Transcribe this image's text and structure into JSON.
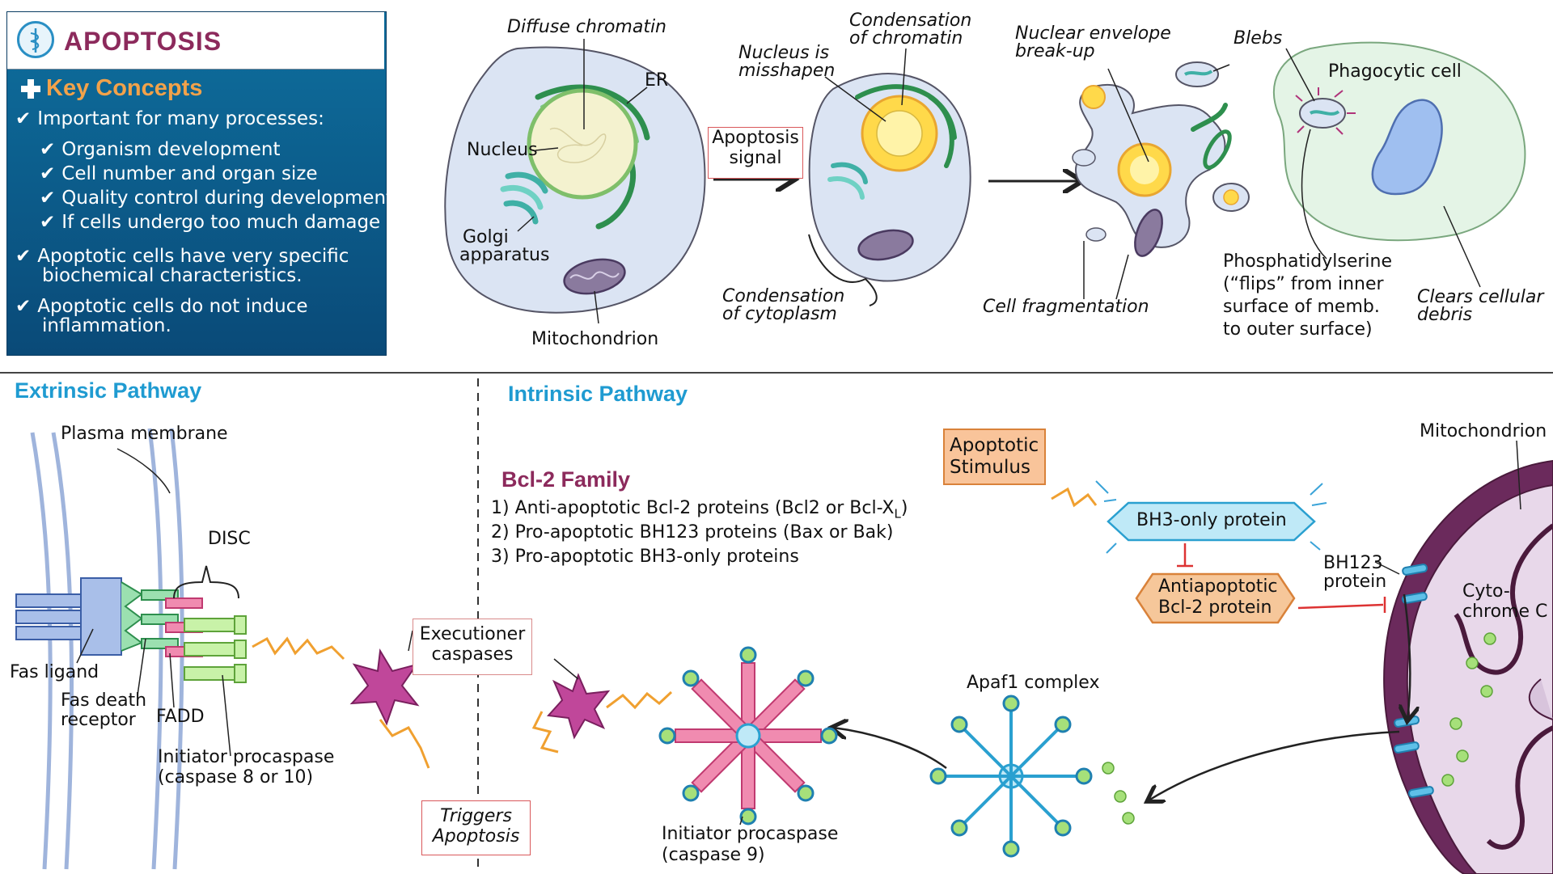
{
  "key_concepts": {
    "title": "APOPTOSIS",
    "subtitle": "Key Concepts",
    "items": [
      "Important for many processes:",
      "Organism development",
      "Cell number and organ size",
      "Quality control during development",
      "If cells undergo too much damage",
      "Apoptotic cells have very specific",
      "biochemical characteristics.",
      "Apoptotic cells do not induce",
      "inflammation."
    ]
  },
  "top_labels": {
    "diffuse_chromatin": "Diffuse chromatin",
    "er": "ER",
    "nucleus": "Nucleus",
    "golgi_1": "Golgi",
    "golgi_2": "apparatus",
    "mitochondrion": "Mitochondrion",
    "signal_1": "Apoptosis",
    "signal_2": "signal",
    "nucleus_misshapen_1": "Nucleus is",
    "nucleus_misshapen_2": "misshapen",
    "condensation_chromatin_1": "Condensation",
    "condensation_chromatin_2": "of chromatin",
    "condensation_cytoplasm_1": "Condensation",
    "condensation_cytoplasm_2": "of cytoplasm",
    "nuclear_envelope_1": "Nuclear envelope",
    "nuclear_envelope_2": "break-up",
    "blebs": "Blebs",
    "cell_fragmentation": "Cell fragmentation",
    "phagocytic_cell": "Phagocytic cell",
    "ps_1": "Phosphatidylserine",
    "ps_2": "(“flips” from inner",
    "ps_3": "surface of memb.",
    "ps_4": "to outer surface)",
    "clears_1": "Clears cellular",
    "clears_2": "debris"
  },
  "extrinsic": {
    "title": "Extrinsic Pathway",
    "plasma_membrane": "Plasma membrane",
    "disc": "DISC",
    "fas_ligand": "Fas ligand",
    "fas_receptor_1": "Fas death",
    "fas_receptor_2": "receptor",
    "fadd": "FADD",
    "initiator_1": "Initiator procaspase",
    "initiator_2": "(caspase 8 or 10)",
    "executioner_1": "Executioner",
    "executioner_2": "caspases",
    "triggers_1": "Triggers",
    "triggers_2": "Apoptosis"
  },
  "intrinsic": {
    "title": "Intrinsic Pathway",
    "bcl2_title": "Bcl-2 Family",
    "bcl2_line1": "1) Anti-apoptotic Bcl-2 proteins (Bcl2 or Bcl-X",
    "bcl2_line1_sub": "L",
    "bcl2_line1_end": ")",
    "bcl2_line2": "2) Pro-apoptotic BH123 proteins (Bax or Bak)",
    "bcl2_line3": "3) Pro-apoptotic BH3-only proteins",
    "stimulus_1": "Apoptotic",
    "stimulus_2": "Stimulus",
    "bh3_only": "BH3-only protein",
    "antiapoptotic_1": "Antiapoptotic",
    "antiapoptotic_2": "Bcl-2 protein",
    "bh123_1": "BH123",
    "bh123_2": "protein",
    "mitochondrion": "Mitochondrion",
    "cytochrome_1": "Cyto-",
    "cytochrome_2": "chrome C",
    "apaf1": "Apaf1 complex",
    "initiator_1": "Initiator procaspase",
    "initiator_2": "(caspase 9)"
  },
  "colors": {
    "panel": "#0d5f8f",
    "accent": "#f2a24a",
    "title": "#8c2a5c",
    "section": "#1f9bd1",
    "cell_fill": "#dfe6f3",
    "er_green": "#3aa05a",
    "caspase_magenta": "#c0479a",
    "mito_purple": "#6b2a5c"
  }
}
